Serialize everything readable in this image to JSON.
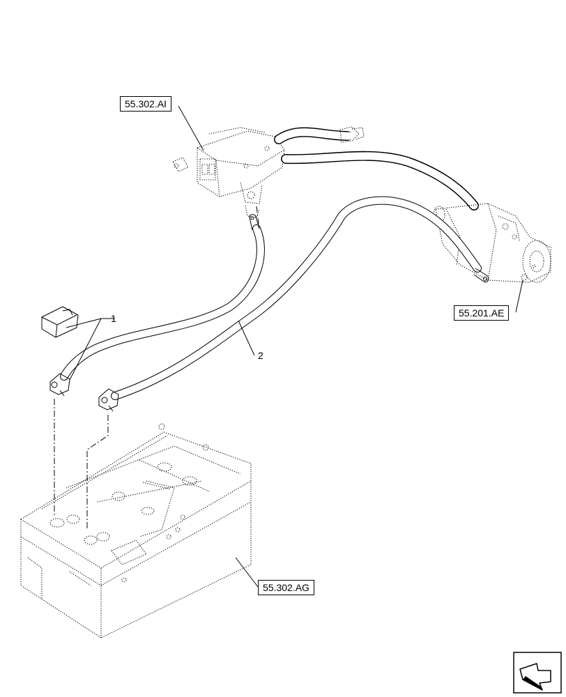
{
  "references": {
    "fuse_box": "55.302.AI",
    "starter": "55.201.AE",
    "battery": "55.302.AG"
  },
  "callouts": {
    "item_1": "1",
    "item_2": "2"
  },
  "icons": {
    "navigation": "next-page-arrow-icon"
  },
  "colors": {
    "line": "#000000",
    "background": "#ffffff"
  }
}
